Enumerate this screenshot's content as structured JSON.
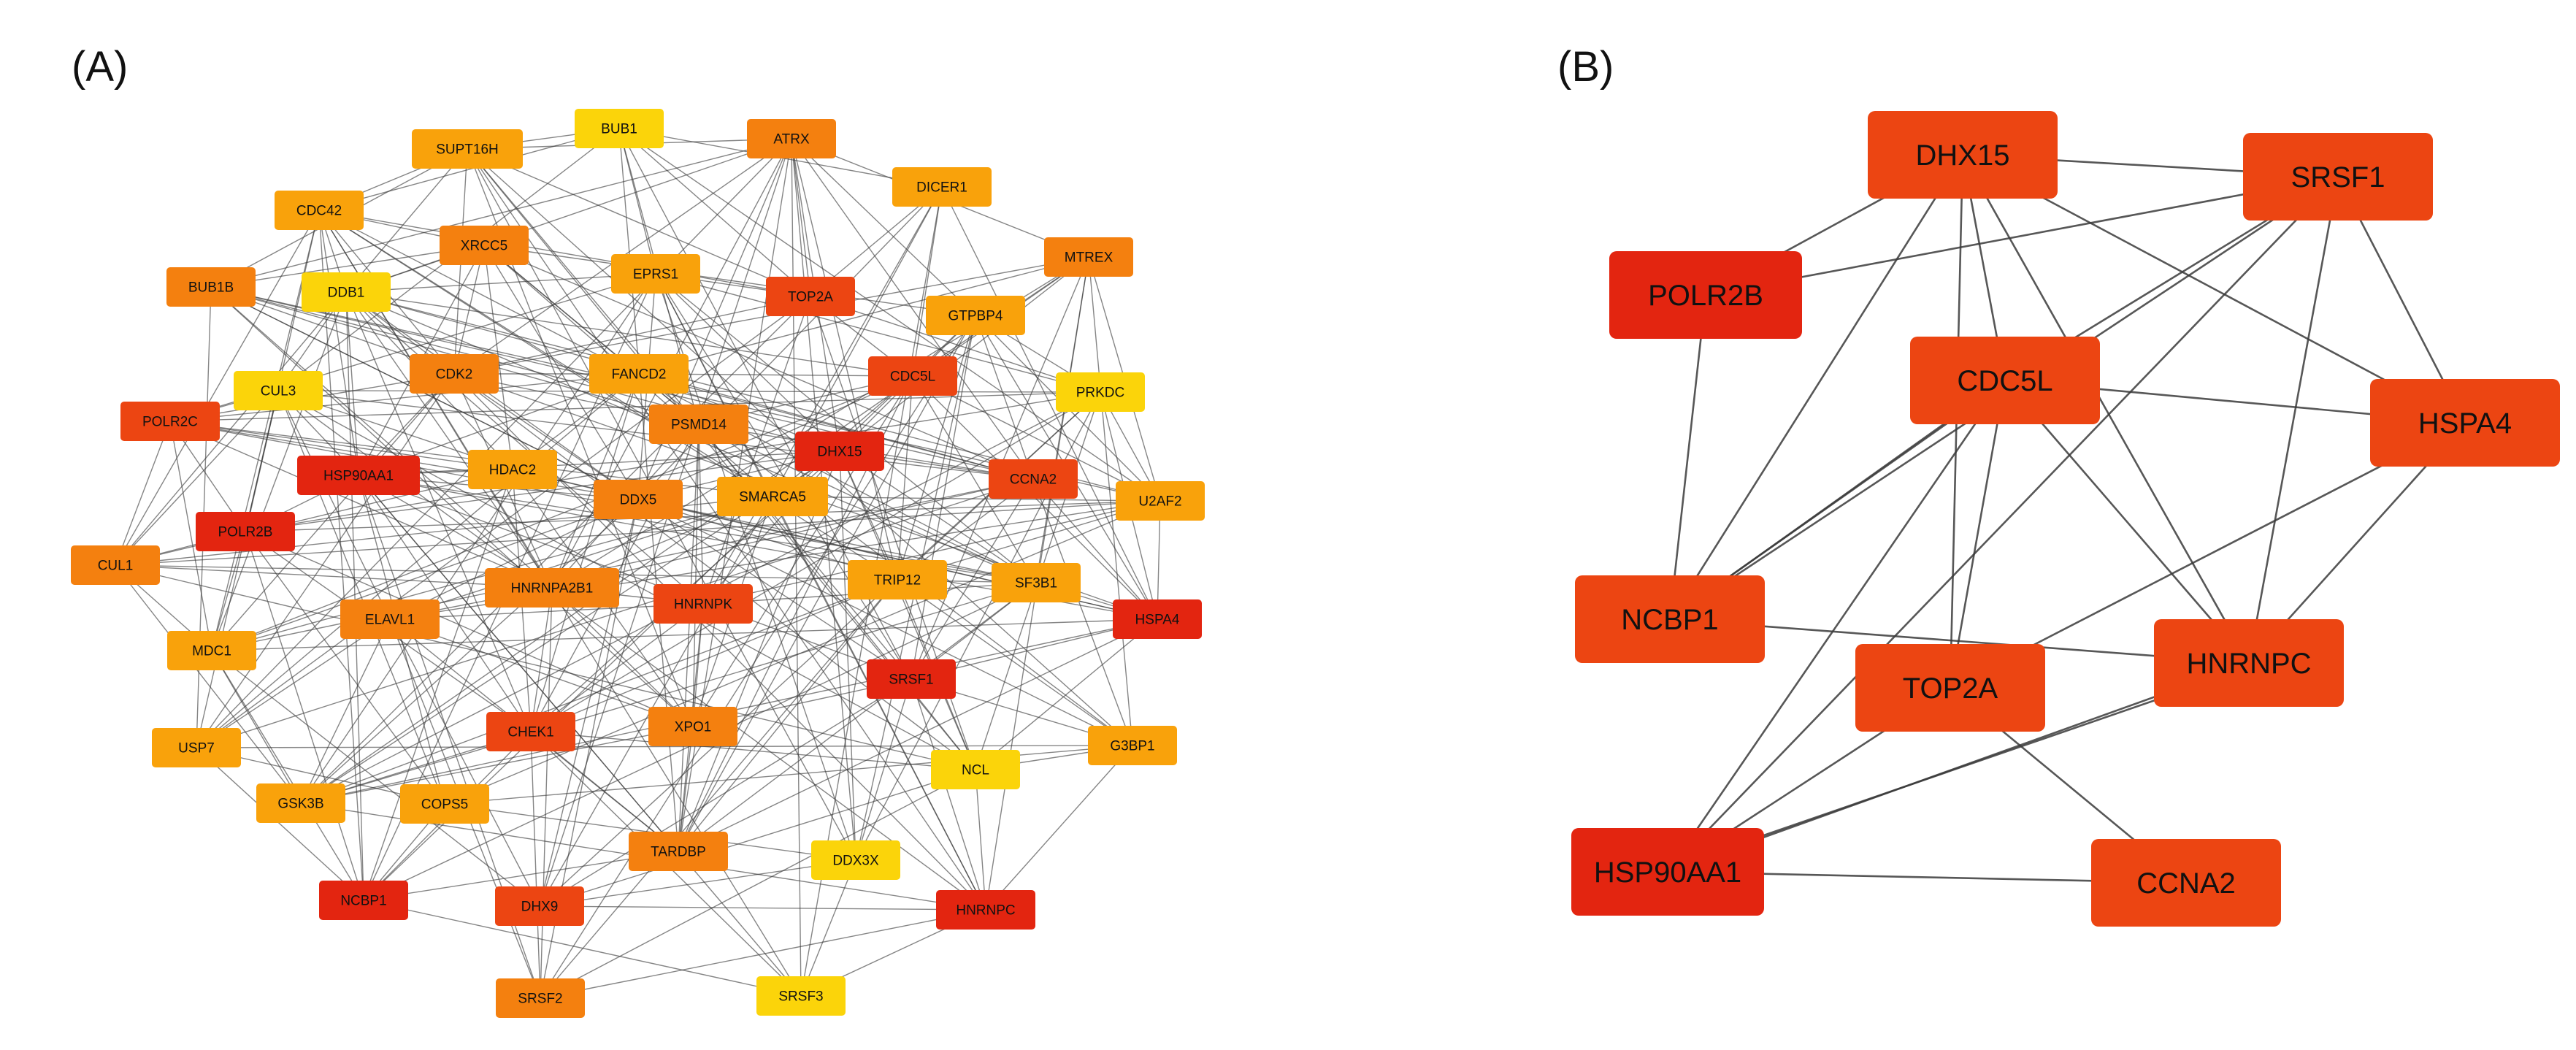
{
  "panels": {
    "a_label": "(A)",
    "b_label": "(B)"
  },
  "colors": {
    "red": "#e32510",
    "red_orange": "#ec4512",
    "orange": "#f4800f",
    "amber": "#f9a20b",
    "yellow": "#fbd40a",
    "edge": "#3a3a3a"
  },
  "networkA": {
    "nodes": [
      {
        "id": "BUB1",
        "color": "yellow"
      },
      {
        "id": "SUPT16H",
        "color": "amber"
      },
      {
        "id": "ATRX",
        "color": "orange"
      },
      {
        "id": "DICER1",
        "color": "amber"
      },
      {
        "id": "CDC42",
        "color": "amber"
      },
      {
        "id": "XRCC5",
        "color": "orange"
      },
      {
        "id": "EPRS1",
        "color": "amber"
      },
      {
        "id": "MTREX",
        "color": "orange"
      },
      {
        "id": "BUB1B",
        "color": "orange"
      },
      {
        "id": "DDB1",
        "color": "yellow"
      },
      {
        "id": "TOP2A",
        "color": "red_orange"
      },
      {
        "id": "GTPBP4",
        "color": "amber"
      },
      {
        "id": "FANCD2",
        "color": "amber"
      },
      {
        "id": "CDK2",
        "color": "orange"
      },
      {
        "id": "CUL3",
        "color": "yellow"
      },
      {
        "id": "CDC5L",
        "color": "red_orange"
      },
      {
        "id": "PRKDC",
        "color": "yellow"
      },
      {
        "id": "POLR2C",
        "color": "red_orange"
      },
      {
        "id": "PSMD14",
        "color": "orange"
      },
      {
        "id": "DHX15",
        "color": "red"
      },
      {
        "id": "HSP90AA1",
        "color": "red"
      },
      {
        "id": "HDAC2",
        "color": "amber"
      },
      {
        "id": "CCNA2",
        "color": "red_orange"
      },
      {
        "id": "U2AF2",
        "color": "amber"
      },
      {
        "id": "DDX5",
        "color": "orange"
      },
      {
        "id": "SMARCA5",
        "color": "amber"
      },
      {
        "id": "POLR2B",
        "color": "red"
      },
      {
        "id": "CUL1",
        "color": "orange"
      },
      {
        "id": "TRIP12",
        "color": "amber"
      },
      {
        "id": "SF3B1",
        "color": "amber"
      },
      {
        "id": "HNRNPA2B1",
        "color": "orange"
      },
      {
        "id": "HNRNPK",
        "color": "red_orange"
      },
      {
        "id": "ELAVL1",
        "color": "orange"
      },
      {
        "id": "HSPA4",
        "color": "red"
      },
      {
        "id": "MDC1",
        "color": "amber"
      },
      {
        "id": "SRSF1",
        "color": "red"
      },
      {
        "id": "CHEK1",
        "color": "red_orange"
      },
      {
        "id": "XPO1",
        "color": "orange"
      },
      {
        "id": "USP7",
        "color": "amber"
      },
      {
        "id": "G3BP1",
        "color": "amber"
      },
      {
        "id": "NCL",
        "color": "yellow"
      },
      {
        "id": "GSK3B",
        "color": "amber"
      },
      {
        "id": "COPS5",
        "color": "amber"
      },
      {
        "id": "TARDBP",
        "color": "orange"
      },
      {
        "id": "DDX3X",
        "color": "yellow"
      },
      {
        "id": "NCBP1",
        "color": "red"
      },
      {
        "id": "DHX9",
        "color": "red_orange"
      },
      {
        "id": "HNRNPC",
        "color": "red"
      },
      {
        "id": "SRSF2",
        "color": "orange"
      },
      {
        "id": "SRSF3",
        "color": "yellow"
      }
    ]
  },
  "networkB": {
    "nodes": [
      {
        "id": "DHX15",
        "color": "red_orange"
      },
      {
        "id": "SRSF1",
        "color": "red_orange"
      },
      {
        "id": "POLR2B",
        "color": "red"
      },
      {
        "id": "CDC5L",
        "color": "red_orange"
      },
      {
        "id": "HSPA4",
        "color": "red_orange"
      },
      {
        "id": "NCBP1",
        "color": "red_orange"
      },
      {
        "id": "HNRNPC",
        "color": "red_orange"
      },
      {
        "id": "TOP2A",
        "color": "red_orange"
      },
      {
        "id": "HSP90AA1",
        "color": "red"
      },
      {
        "id": "CCNA2",
        "color": "red_orange"
      }
    ],
    "edges": [
      [
        "DHX15",
        "SRSF1"
      ],
      [
        "DHX15",
        "POLR2B"
      ],
      [
        "DHX15",
        "NCBP1"
      ],
      [
        "DHX15",
        "CDC5L"
      ],
      [
        "DHX15",
        "TOP2A"
      ],
      [
        "DHX15",
        "HSPA4"
      ],
      [
        "POLR2B",
        "SRSF1"
      ],
      [
        "POLR2B",
        "NCBP1"
      ],
      [
        "SRSF1",
        "CDC5L"
      ],
      [
        "SRSF1",
        "HSPA4"
      ],
      [
        "SRSF1",
        "HNRNPC"
      ],
      [
        "SRSF1",
        "HSP90AA1"
      ],
      [
        "SRSF1",
        "NCBP1"
      ],
      [
        "CDC5L",
        "HSPA4"
      ],
      [
        "CDC5L",
        "NCBP1"
      ],
      [
        "CDC5L",
        "HNRNPC"
      ],
      [
        "CDC5L",
        "TOP2A"
      ],
      [
        "HSPA4",
        "HNRNPC"
      ],
      [
        "HSPA4",
        "TOP2A"
      ],
      [
        "NCBP1",
        "HNRNPC"
      ],
      [
        "TOP2A",
        "HSP90AA1"
      ],
      [
        "TOP2A",
        "CCNA2"
      ],
      [
        "HNRNPC",
        "HSP90AA1"
      ],
      [
        "HSP90AA1",
        "CCNA2"
      ],
      [
        "CDC5L",
        "HSP90AA1"
      ],
      [
        "DHX15",
        "HNRNPC"
      ]
    ]
  }
}
